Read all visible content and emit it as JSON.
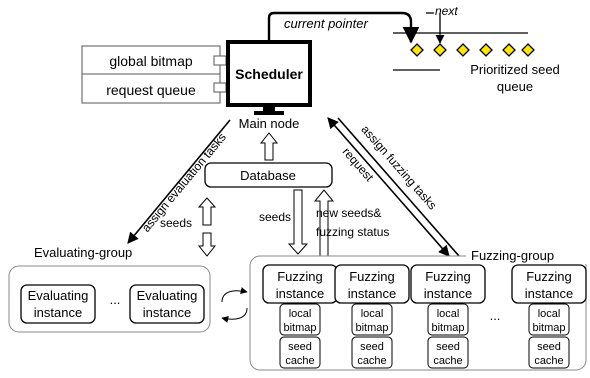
{
  "main_node": {
    "scheduler_label": "Scheduler",
    "caption": "Main node",
    "global_bitmap": "global bitmap",
    "request_queue": "request queue"
  },
  "queue": {
    "current_pointer": "current pointer",
    "next": "next",
    "title_line1": "Prioritized seed",
    "title_line2": "queue"
  },
  "database_label": "Database",
  "arrows": {
    "assign_evaluation": "assign evaluation tasks",
    "assign_fuzzing": "assign fuzzing tasks",
    "request": "request",
    "seeds_left": "seeds",
    "seeds_mid": "seeds",
    "new_seeds_line1": "new seeds&",
    "new_seeds_line2": "fuzzing status"
  },
  "evaluating_group": {
    "title": "Evaluating-group",
    "instance_line1": "Evaluating",
    "instance_line2": "instance",
    "ellipsis": "..."
  },
  "fuzzing_group": {
    "title": "Fuzzing-group",
    "instance_line1": "Fuzzing",
    "instance_line2": "instance",
    "local_line1": "local",
    "local_line2": "bitmap",
    "seed_line1": "seed",
    "seed_line2": "cache",
    "ellipsis": "..."
  },
  "colors": {
    "seed_diamond": "#ffe600",
    "line": "#000000"
  }
}
